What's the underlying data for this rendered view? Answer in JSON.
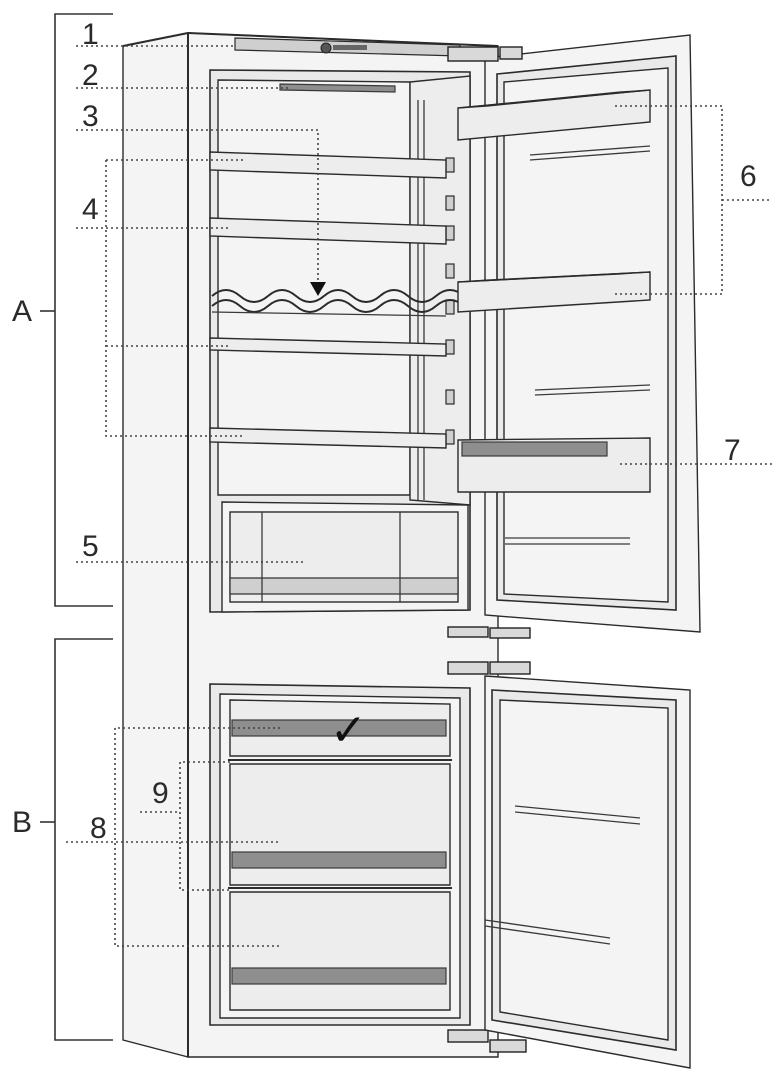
{
  "callouts": [
    {
      "id": "1",
      "text": "1"
    },
    {
      "id": "2",
      "text": "2"
    },
    {
      "id": "3",
      "text": "3"
    },
    {
      "id": "4",
      "text": "4"
    },
    {
      "id": "5",
      "text": "5"
    },
    {
      "id": "6",
      "text": "6"
    },
    {
      "id": "7",
      "text": "7"
    },
    {
      "id": "8",
      "text": "8"
    },
    {
      "id": "9",
      "text": "9"
    }
  ],
  "sections": [
    {
      "id": "A",
      "text": "A"
    },
    {
      "id": "B",
      "text": "B"
    }
  ],
  "marks": {
    "checkmark": "✓"
  },
  "icons": {
    "logo": "brand-logo-icon",
    "arrow": "down-arrow-icon",
    "check": "checkmark-icon"
  },
  "colors": {
    "line": "#2b2b2b",
    "panel": "#e9e9e9",
    "strip": "#8e8e8e"
  }
}
